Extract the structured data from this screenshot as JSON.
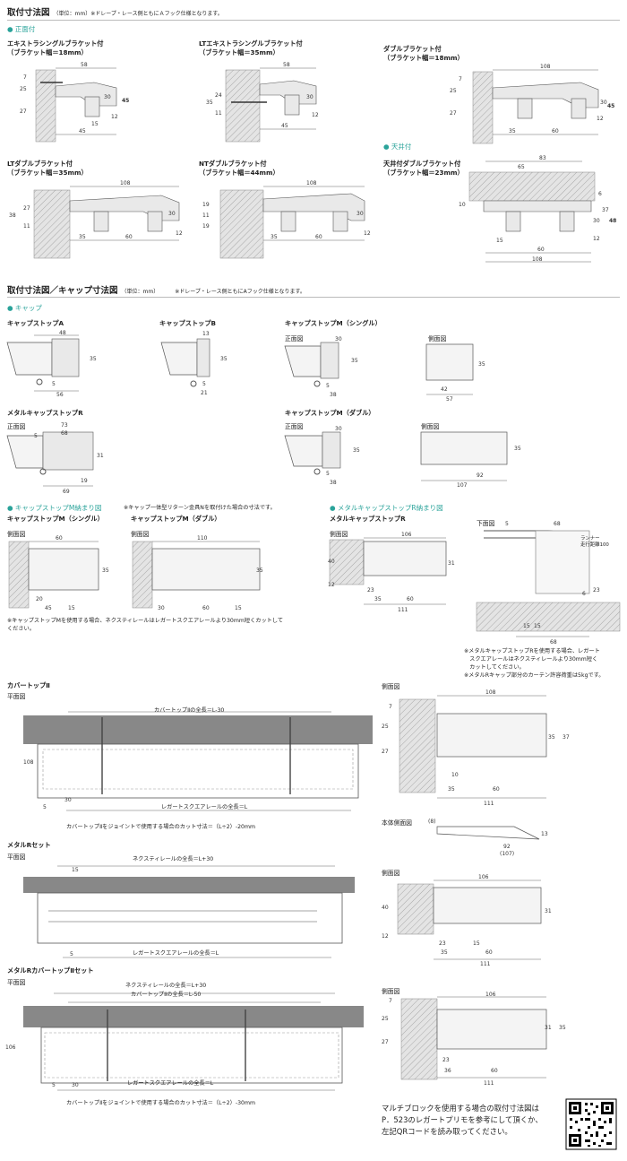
{
  "section1": {
    "title": "取付寸法図",
    "note": "（単位：mm）※ドレープ・レース側ともにＡフック仕様となります。"
  },
  "front": {
    "label": "● 正面付"
  },
  "ceiling": {
    "label": "● 天井付"
  },
  "diagrams": {
    "extra_single": {
      "title": "エキストラシングルブラケット付",
      "sub": "（ブラケット幅＝18mm）",
      "d": [
        "58",
        "7",
        "25",
        "27",
        "30",
        "45",
        "12",
        "15",
        "45"
      ]
    },
    "lt_extra_single": {
      "title": "LTエキストラシングルブラケット付",
      "sub": "（ブラケット幅＝35mm）",
      "d": [
        "58",
        "35",
        "24",
        "11",
        "30",
        "12",
        "45"
      ]
    },
    "double": {
      "title": "ダブルブラケット付",
      "sub": "（ブラケット幅＝18mm）",
      "d": [
        "108",
        "7",
        "25",
        "27",
        "30",
        "45",
        "12",
        "35",
        "60"
      ]
    },
    "lt_double": {
      "title": "LTダブルブラケット付",
      "sub": "（ブラケット幅＝35mm）",
      "d": [
        "108",
        "27",
        "38",
        "11",
        "30",
        "12",
        "35",
        "60"
      ]
    },
    "nt_double": {
      "title": "NTダブルブラケット付",
      "sub": "（ブラケット幅＝44mm）",
      "d": [
        "108",
        "19",
        "11",
        "19",
        "30",
        "12",
        "35",
        "60"
      ]
    },
    "ceiling_double": {
      "title": "天井付ダブルブラケット付",
      "sub": "（ブラケット幅＝23mm）",
      "d": [
        "83",
        "65",
        "6",
        "10",
        "30",
        "37",
        "48",
        "12",
        "15",
        "60",
        "108"
      ]
    }
  },
  "section2": {
    "title": "取付寸法図／キャップ寸法図",
    "units": "（単位：mm）",
    "note": "※ドレープ・レース側ともにAフック仕様となります。"
  },
  "cap": {
    "label": "● キャップ"
  },
  "caps": {
    "a": {
      "title": "キャップストップA",
      "d": [
        "48",
        "35",
        "5",
        "56"
      ]
    },
    "b": {
      "title": "キャップストップB",
      "d": [
        "13",
        "35",
        "5",
        "21"
      ]
    },
    "m_single": {
      "title": "キャップストップM（シングル）",
      "front": "正面図",
      "side": "側面図",
      "d": [
        "30",
        "35",
        "5",
        "38",
        "35",
        "42",
        "57"
      ]
    },
    "metal_r": {
      "title": "メタルキャップストップR",
      "front": "正面図",
      "d": [
        "73",
        "68",
        "5",
        "31",
        "19",
        "69"
      ]
    },
    "m_double": {
      "title": "キャップストップM（ダブル）",
      "front": "正面図",
      "side": "側面図",
      "d": [
        "30",
        "35",
        "5",
        "38",
        "35",
        "92",
        "107"
      ]
    }
  },
  "fit": {
    "label": "● キャップストップM納まり図",
    "note": "※キャップ一体型リターン金具Nを取付けた場合の寸法です。",
    "single": {
      "title": "キャップストップM（シングル）",
      "side": "側面図",
      "d": [
        "60",
        "35",
        "20",
        "45",
        "15"
      ]
    },
    "double": {
      "title": "キャップストップM（ダブル）",
      "side": "側面図",
      "d": [
        "110",
        "35",
        "30",
        "60",
        "15"
      ]
    },
    "footnote": "※キャップストップMを使用する場合、ネクスティレールはレガートスクエアレールより30mm短くカットして\nください。"
  },
  "metal_fit": {
    "label": "● メタルキャップストップR納まり図",
    "title": "メタルキャップストップR",
    "side": "側面図",
    "bottom": "下面図",
    "runner": "ランナー\n走行距離100",
    "d": [
      "106",
      "40",
      "31",
      "12",
      "23",
      "35",
      "60",
      "111",
      "5",
      "68",
      "15",
      "15",
      "68",
      "23",
      "6"
    ],
    "notes": "※メタルキャップストップRを使用する場合、レガート\n　スクエアレールはネクスティレールより30mm短く\n　カットしてください。\n※メタルRキャップ部分のカーテン許容荷重は5kgです。"
  },
  "cover": {
    "title": "カバートップⅡ",
    "plan": "平面図",
    "side": "側面図",
    "body_side": "本体側面図",
    "top_len": "カバートップⅡの全長＝L-30",
    "bottom_len": "レガートスクエアレールの全長＝L",
    "cut": "カバートップⅡをジョイントで使用する場合のカット寸法＝（L÷2）-20mm",
    "d": [
      "108",
      "30",
      "5"
    ],
    "side_d": [
      "108",
      "7",
      "25",
      "27",
      "35",
      "37",
      "10",
      "35",
      "60",
      "111"
    ],
    "body_d": [
      "(8)",
      "13",
      "92",
      "(107)"
    ]
  },
  "metal_r_set": {
    "title": "メタルRセット",
    "plan": "平面図",
    "side": "側面図",
    "top_len": "ネクスティレールの全長＝L+30",
    "bottom_len": "レガートスクエアレールの全長＝L",
    "d": [
      "15",
      "5"
    ],
    "side_d": [
      "106",
      "40",
      "31",
      "12",
      "23",
      "15",
      "35",
      "60",
      "111"
    ]
  },
  "metal_r_cover": {
    "title": "メタルRカバートップⅡセット",
    "plan": "平面図",
    "side": "側面図",
    "len1": "ネクスティレールの全長＝L+30",
    "len2": "カバートップⅡの全長＝L-50",
    "bottom_len": "レガートスクエアレールの全長＝L",
    "cut": "カバートップⅡをジョイントで使用する場合のカット寸法＝（L÷2）-30mm",
    "d": [
      "106",
      "5",
      "30"
    ],
    "side_d": [
      "106",
      "7",
      "25",
      "27",
      "31",
      "35",
      "23",
      "36",
      "60",
      "111"
    ]
  },
  "footer": {
    "text": "マルチブロックを使用する場合の取付寸法図は\nP．523のレガートプリモを参考にして頂くか、\n左記QRコードを読み取ってください。"
  }
}
